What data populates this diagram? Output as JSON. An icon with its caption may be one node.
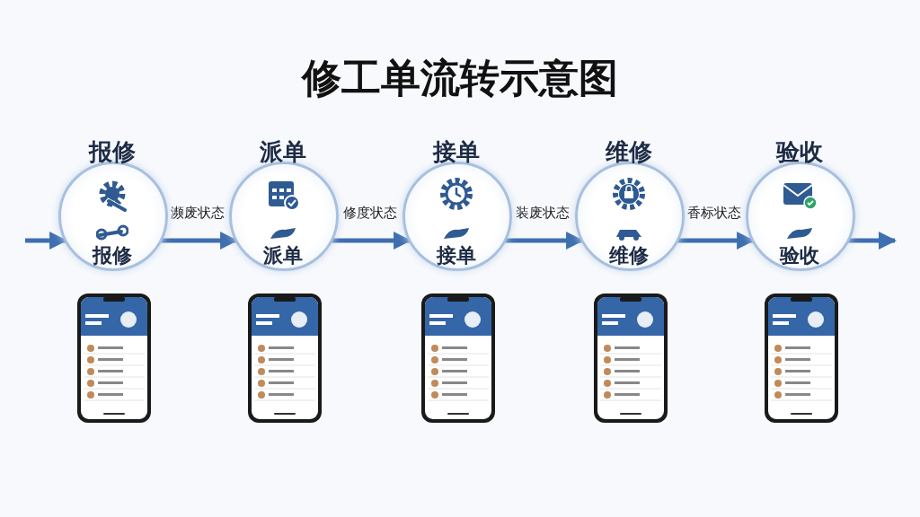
{
  "diagram": {
    "title": "修工单流转示意图",
    "nodes": [
      {
        "text": [
          "报修",
          "报修"
        ]
      },
      {
        "text": [
          "派单",
          "派单"
        ]
      },
      {
        "text": [
          "接单",
          "接单"
        ]
      },
      {
        "text": [
          "维修",
          "维修"
        ]
      },
      {
        "text": [
          "验收",
          "验收"
        ]
      }
    ],
    "edges": [
      {
        "from": null,
        "to": 0,
        "arrow": "to"
      },
      {
        "from": 0,
        "to": 1,
        "arrow": "to",
        "label": "濒废状态"
      },
      {
        "from": 1,
        "to": 2,
        "arrow": "to",
        "label": "修度状态"
      },
      {
        "from": 2,
        "to": 3,
        "arrow": "to",
        "label": "装废状态"
      },
      {
        "from": 3,
        "to": 4,
        "arrow": "to",
        "label": "香标状态"
      },
      {
        "from": 4,
        "to": null,
        "arrow": "to"
      }
    ]
  }
}
